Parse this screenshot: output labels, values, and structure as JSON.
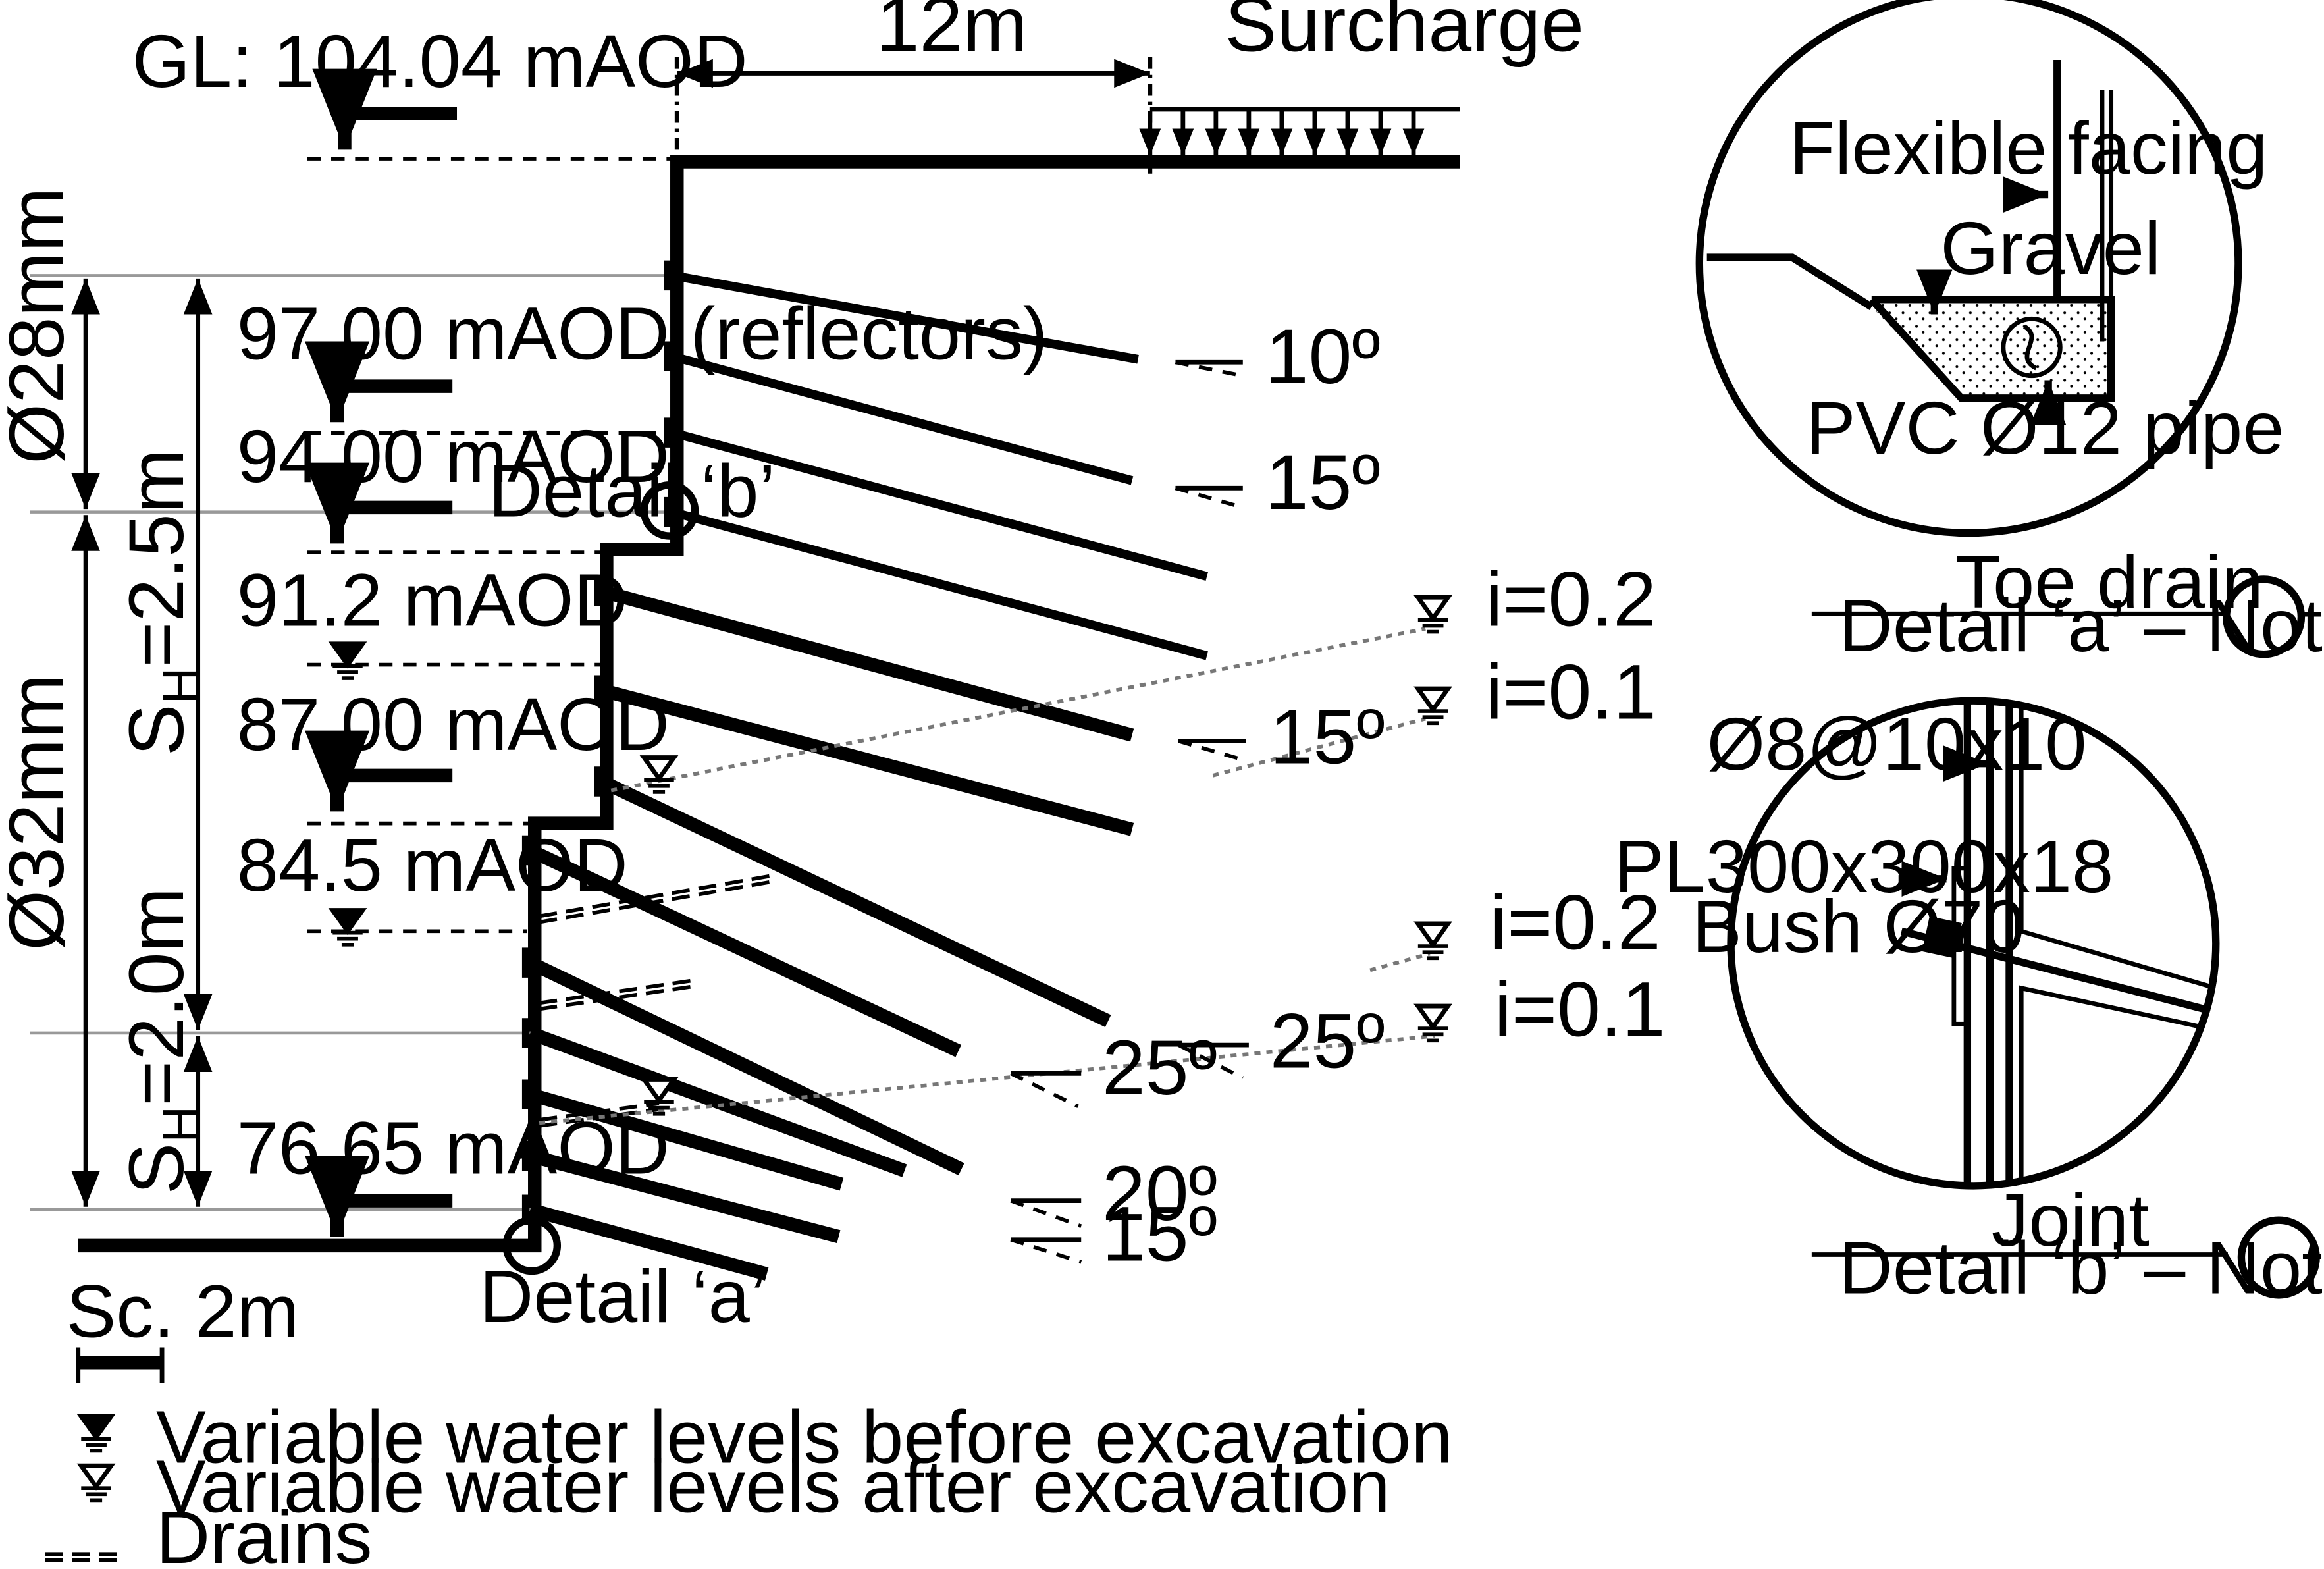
{
  "top": {
    "ground_level": "GL: 104.04 mAOD",
    "width_dim": "12m",
    "surcharge": "Surcharge"
  },
  "levels": [
    {
      "label": "97.00  mAOD (reflectors)"
    },
    {
      "label": "94.00  mAOD"
    },
    {
      "label": "91.2 mAOD"
    },
    {
      "label": "87.00  mAOD"
    },
    {
      "label": "84.5 mAOD"
    },
    {
      "label": "76.65  mAOD"
    }
  ],
  "dimensions": {
    "bar_upper": "Ø28mm",
    "bar_lower": "Ø32mm",
    "spacing_upper": "S",
    "spacing_upper_sub": "H",
    "spacing_upper_val": "=2.5m",
    "spacing_lower": "S",
    "spacing_lower_sub": "H",
    "spacing_lower_val": "=2.0m"
  },
  "angles": [
    "10º",
    "15º",
    "15º",
    "25º",
    "25º",
    "20º",
    "15º"
  ],
  "gradients": [
    "i=0.2",
    "i=0.1",
    "i=0.2",
    "i=0.1"
  ],
  "details": {
    "detail_b_callout": "Detail ‘b’",
    "detail_a_callout": "Detail ‘a’",
    "toe": {
      "flexible_facing": "Flexible facing",
      "gravel": "Gravel",
      "pipe": "PVC Ø12 pipe",
      "title": "Toe drain",
      "subtitle": "Detail ‘a’ – Not to scale"
    },
    "joint": {
      "mesh": "Ø8@10x10",
      "plate": "PL300x300x18",
      "bush": "Bush Ø70",
      "title": "Joint",
      "subtitle": "Detail ‘b’ – Not to scale"
    }
  },
  "scale": "Sc. 2m",
  "legend": [
    {
      "symbol": "water-before",
      "label": "Variable water levels before excavation"
    },
    {
      "symbol": "water-after",
      "label": "Variable water levels after excavation"
    },
    {
      "symbol": "drain",
      "label": "Drains"
    }
  ]
}
